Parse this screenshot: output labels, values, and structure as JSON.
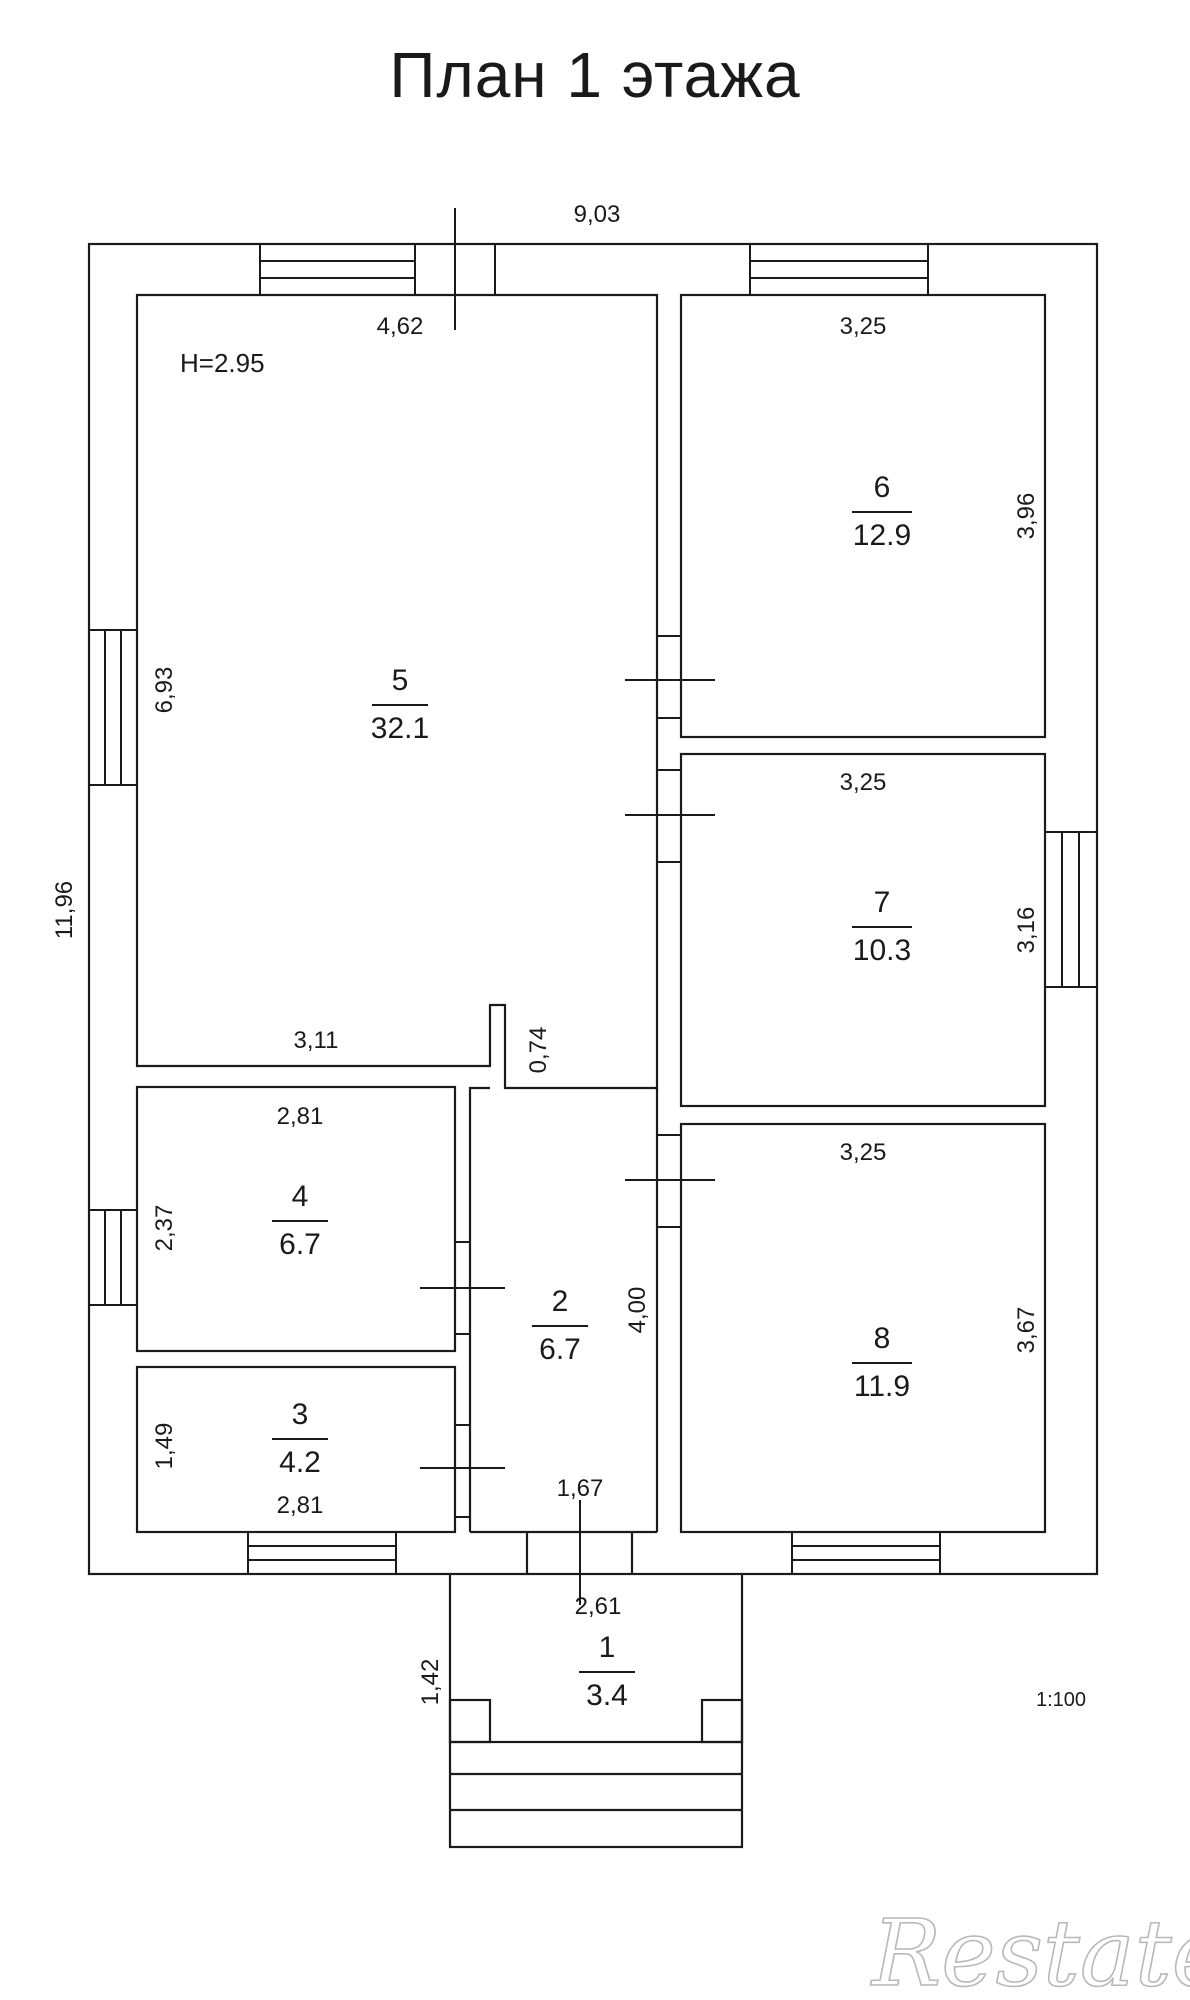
{
  "title": "План 1 этажа",
  "height_note": "H=2.95",
  "scale": "1:100",
  "watermark": "Restate",
  "overall": {
    "width": "9,03",
    "length": "11,96"
  },
  "rooms": [
    {
      "id": "1",
      "area": "3.4"
    },
    {
      "id": "2",
      "area": "6.7"
    },
    {
      "id": "3",
      "area": "4.2"
    },
    {
      "id": "4",
      "area": "6.7"
    },
    {
      "id": "5",
      "area": "32.1"
    },
    {
      "id": "6",
      "area": "12.9"
    },
    {
      "id": "7",
      "area": "10.3"
    },
    {
      "id": "8",
      "area": "11.9"
    }
  ],
  "dimensions": {
    "r5_top": "4,62",
    "r5_left": "6,93",
    "r5_bottom": "3,11",
    "r5_step": "0,74",
    "r6_top": "3,25",
    "r6_right": "3,96",
    "r7_top": "3,25",
    "r7_right": "3,16",
    "r8_top": "3,25",
    "r8_right": "3,67",
    "r4_top": "2,81",
    "r4_left": "2,37",
    "r3_bottom": "2,81",
    "r3_left": "1,49",
    "r2_right": "4,00",
    "r2_bottom": "1,67",
    "r1_top": "2,61",
    "r1_left": "1,42"
  }
}
